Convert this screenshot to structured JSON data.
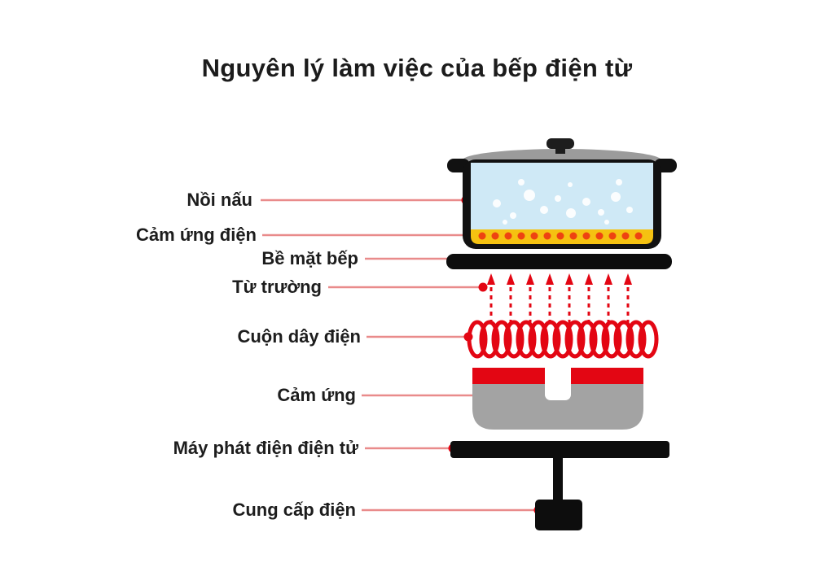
{
  "title": "Nguyên lý làm việc của bếp điện từ",
  "labels": [
    {
      "id": "noi-nau",
      "text": "Nồi nấu"
    },
    {
      "id": "cam-ung-dien",
      "text": "Cảm ứng điện"
    },
    {
      "id": "be-mat-bep",
      "text": "Bề mặt bếp"
    },
    {
      "id": "tu-truong",
      "text": "Từ trường"
    },
    {
      "id": "cuon-day-dien",
      "text": "Cuộn dây điện"
    },
    {
      "id": "cam-ung",
      "text": "Cảm ứng"
    },
    {
      "id": "may-phat",
      "text": "Máy phát điện điện tử"
    },
    {
      "id": "cung-cap-dien",
      "text": "Cung cấp điện"
    }
  ],
  "colors": {
    "accent_red": "#e30613",
    "leader_line": "#e98b8b",
    "heat_dot_orange": "#ee4311",
    "pot_black": "#111111",
    "lid_gray": "#9b9b9b",
    "water_blue": "#cfe9f6",
    "heat_yellow": "#f5c211",
    "body_gray": "#a3a3a3"
  }
}
